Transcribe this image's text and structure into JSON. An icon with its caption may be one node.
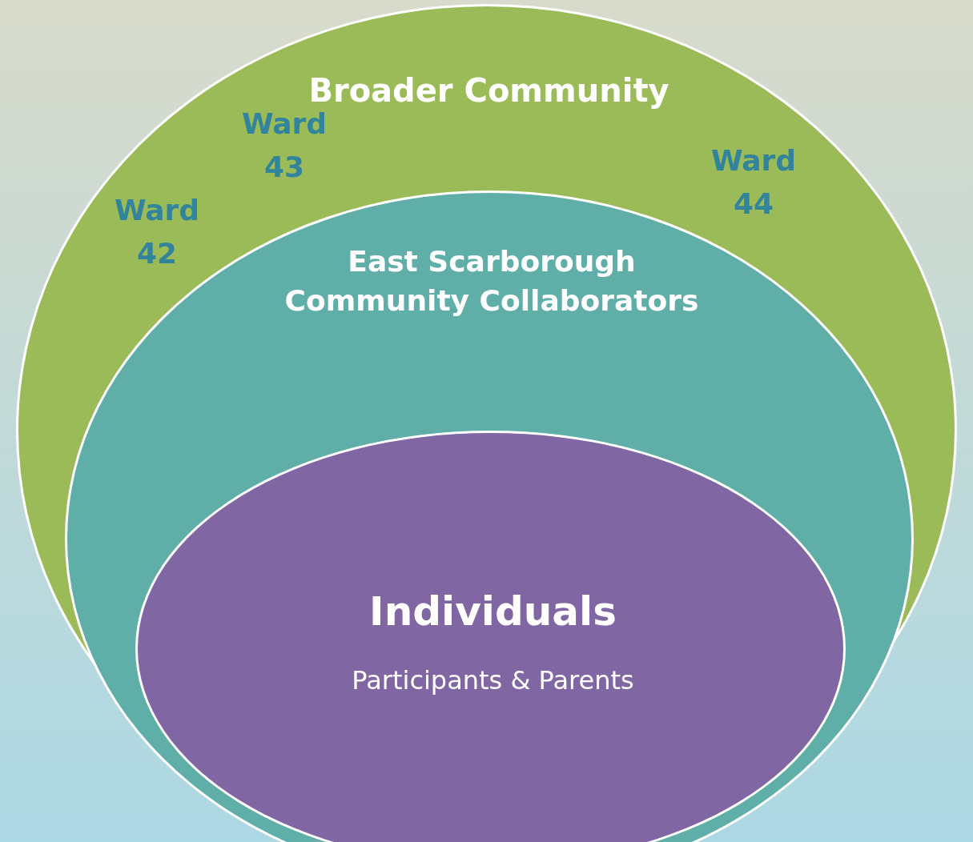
{
  "diagram": {
    "nodes": [
      {
        "text": [
          "Broader Community"
        ]
      },
      {
        "text": [
          "East Scarborough Community Collaborators"
        ],
        "in": 0
      },
      {
        "text": [
          "Individuals",
          "Participants & Parents"
        ],
        "in": 1
      }
    ],
    "labels": [
      "Ward 43",
      "Ward 42",
      "Ward 44"
    ]
  }
}
